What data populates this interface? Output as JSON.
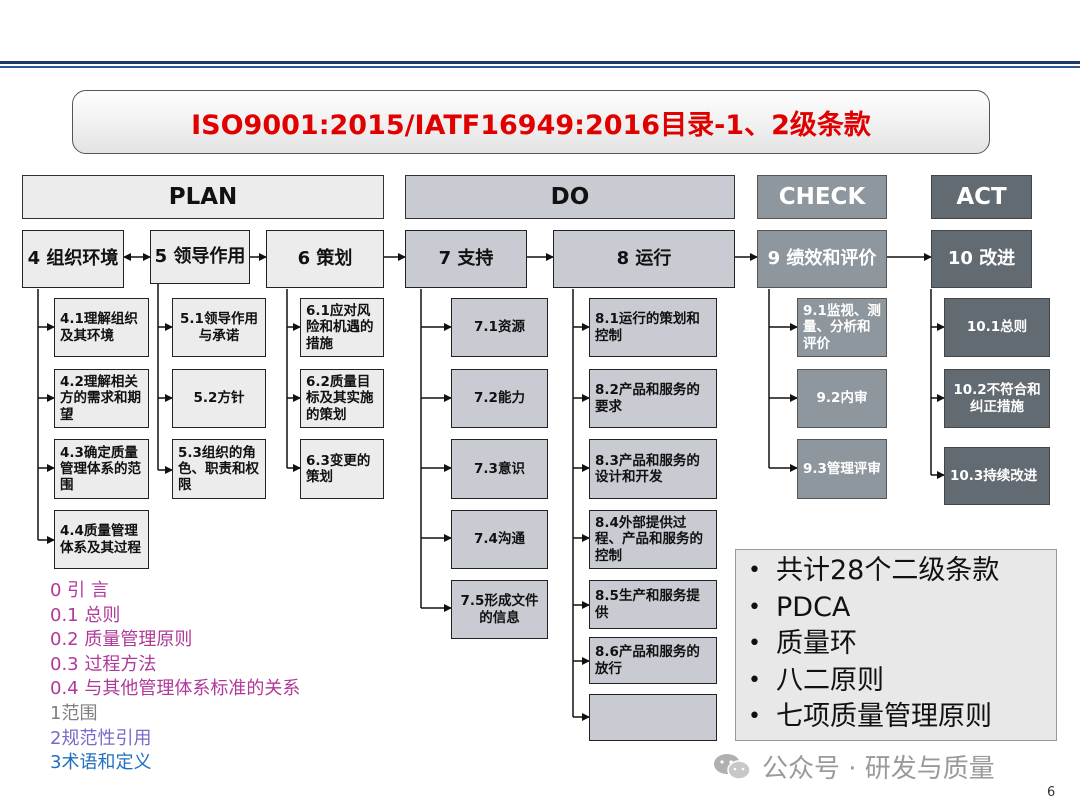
{
  "title": "ISO9001:2015/IATF16949:2016目录-1、2级条款",
  "phases": {
    "plan": "PLAN",
    "do": "DO",
    "check": "CHECK",
    "act": "ACT"
  },
  "clauses": {
    "c4": {
      "label": "4 组织环境",
      "items": [
        "4.1理解组织及其环境",
        "4.2理解相关方的需求和期望",
        "4.3确定质量管理体系的范围",
        "4.4质量管理体系及其过程"
      ]
    },
    "c5": {
      "label": "5 领导作用",
      "items": [
        "5.1领导作用与承诺",
        "5.2方针",
        "5.3组织的角色、职责和权限"
      ]
    },
    "c6": {
      "label": "6 策划",
      "items": [
        "6.1应对风险和机遇的措施",
        "6.2质量目标及其实施的策划",
        "6.3变更的策划"
      ]
    },
    "c7": {
      "label": "7 支持",
      "items": [
        "7.1资源",
        "7.2能力",
        "7.3意识",
        "7.4沟通",
        "7.5形成文件的信息"
      ]
    },
    "c8": {
      "label": "8 运行",
      "items": [
        "8.1运行的策划和控制",
        "8.2产品和服务的要求",
        "8.3产品和服务的设计和开发",
        "8.4外部提供过程、产品和服务的控制",
        "8.5生产和服务提供",
        "8.6产品和服务的放行",
        ""
      ]
    },
    "c9": {
      "label": "9 绩效和评价",
      "items": [
        "9.1监视、测量、分析和评价",
        "9.2内审",
        "9.3管理评审"
      ]
    },
    "c10": {
      "label": "10 改进",
      "items": [
        "10.1总则",
        "10.2不符合和纠正措施",
        "10.3持续改进"
      ]
    }
  },
  "intro": [
    "0 引 言",
    "0.1 总则",
    "0.2 质量管理原则",
    "0.3 过程方法",
    "0.4 与其他管理体系标准的关系",
    "1范围",
    "2规范性引用",
    "3术语和定义"
  ],
  "intro_colors": {
    "purple": "#b0399a",
    "grey": "#808080",
    "lavender": "#7b68c8",
    "blue": "#1f6fc0"
  },
  "bullets": [
    "共计28个二级条款",
    "PDCA",
    "质量环",
    "八二原则",
    "七项质量管理原则"
  ],
  "watermark": "公众号 · 研发与质量",
  "page_number": "6",
  "colors": {
    "title_red": "#e00000",
    "topbar": "#1f3864"
  },
  "icons": {
    "watermark_icon": "wechat-icon"
  }
}
